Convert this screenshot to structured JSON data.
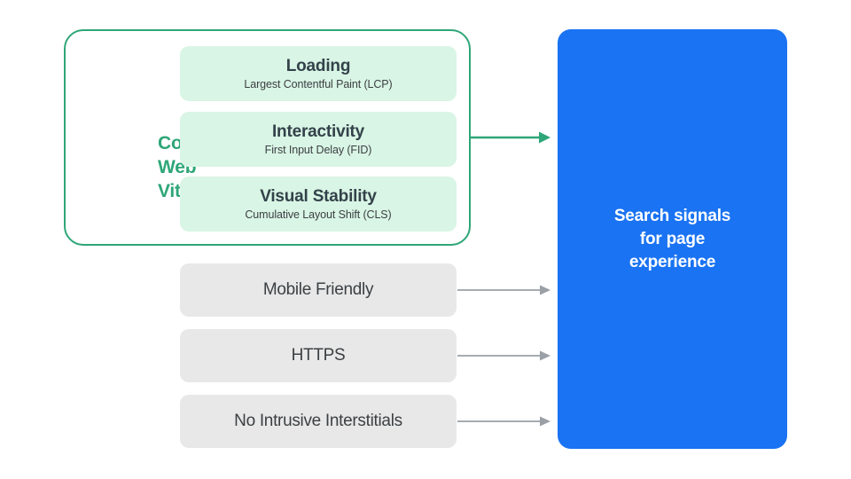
{
  "diagram": {
    "title": "Search signals for page experience",
    "colors": {
      "green_border": "#2ea678",
      "green_text": "#2ea678",
      "mint_card": "#d9f5e5",
      "gray_box": "#e8e8e8",
      "gray_arrow": "#9aa0a6",
      "blue_panel": "#1a73f2",
      "dark_text": "#3c4043",
      "white_text": "#ffffff",
      "background": "#ffffff"
    }
  },
  "core_web_vitals": {
    "label_lines": [
      "Core",
      "Web",
      "Vitals"
    ],
    "label_full": "Core Web Vitals",
    "metrics": [
      {
        "title": "Loading",
        "subtitle": "Largest Contentful Paint (LCP)"
      },
      {
        "title": "Interactivity",
        "subtitle": "First Input Delay (FID)"
      },
      {
        "title": "Visual Stability",
        "subtitle": "Cumulative Layout Shift (CLS)"
      }
    ]
  },
  "other_signals": [
    {
      "label": "Mobile Friendly"
    },
    {
      "label": "HTTPS"
    },
    {
      "label": "No Intrusive Interstitials"
    }
  ],
  "result_panel": {
    "lines": [
      "Search signals",
      "for page",
      "experience"
    ],
    "full_text": "Search signals for page experience"
  },
  "connectors": [
    {
      "name": "core-web-vitals-arrow",
      "color": "#2ea678"
    },
    {
      "name": "mobile-friendly-arrow",
      "color": "#9aa0a6"
    },
    {
      "name": "https-arrow",
      "color": "#9aa0a6"
    },
    {
      "name": "no-intrusive-interstitials-arrow",
      "color": "#9aa0a6"
    }
  ]
}
